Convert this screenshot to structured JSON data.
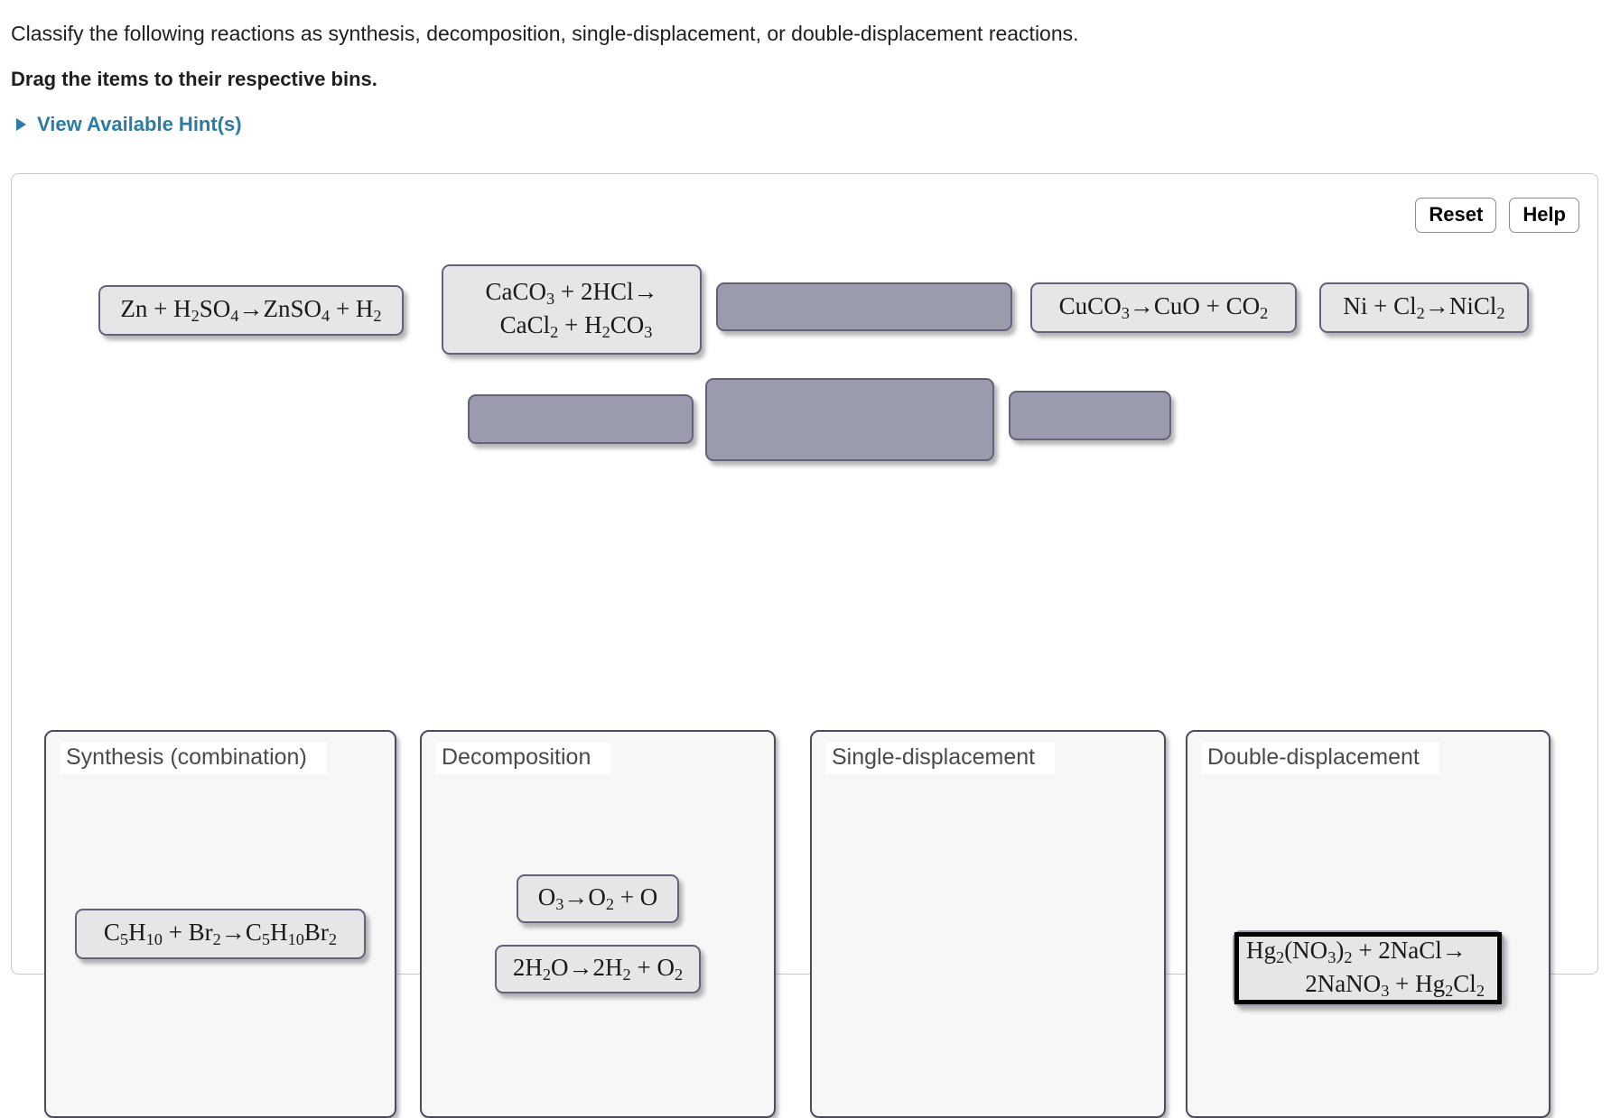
{
  "instructions": {
    "question": "Classify the following reactions as synthesis, decomposition, single-displacement, or double-displacement reactions.",
    "directive": "Drag the items to their respective bins.",
    "hints_label": "View Available Hint(s)",
    "hints_icon": "triangle-right-icon"
  },
  "toolbar": {
    "reset_label": "Reset",
    "help_label": "Help"
  },
  "tray": {
    "items": [
      {
        "id": "tray-zn",
        "kind": "reaction",
        "line1": "Zn + H2SO4→ZnSO4 + H2"
      },
      {
        "id": "tray-caco3",
        "kind": "reaction",
        "line1": "CaCO3 + 2HCl→",
        "line2": "CaCl2 + H2CO3"
      },
      {
        "id": "tray-ph-1",
        "kind": "placeholder",
        "line1": ""
      },
      {
        "id": "tray-cuco3",
        "kind": "reaction",
        "line1": "CuCO3→CuO + CO2"
      },
      {
        "id": "tray-ni",
        "kind": "reaction",
        "line1": "Ni + Cl2→NiCl2"
      },
      {
        "id": "tray-ph-2",
        "kind": "placeholder",
        "line1": ""
      },
      {
        "id": "tray-ph-3",
        "kind": "placeholder",
        "line1": ""
      },
      {
        "id": "tray-ph-4",
        "kind": "placeholder",
        "line1": ""
      }
    ]
  },
  "bins": [
    {
      "id": "bin-synthesis",
      "label": "Synthesis (combination)",
      "items": [
        {
          "id": "item-c5h10",
          "line1": "C5H10 + Br2→C5H10Br2",
          "selected": false
        }
      ]
    },
    {
      "id": "bin-decomposition",
      "label": "Decomposition",
      "items": [
        {
          "id": "item-o3",
          "line1": "O3→O2 + O",
          "selected": false
        },
        {
          "id": "item-h2o",
          "line1": "2H2O→2H2 + O2",
          "selected": false
        }
      ]
    },
    {
      "id": "bin-single",
      "label": "Single-displacement",
      "items": []
    },
    {
      "id": "bin-double",
      "label": "Double-displacement",
      "items": [
        {
          "id": "item-hg2no32",
          "line1": "Hg2(NO3)2 + 2NaCl→",
          "line2": "2NaNO3 + Hg2Cl2",
          "selected": true
        }
      ]
    }
  ],
  "colors": {
    "hint_link": "#2b7ba5",
    "tile_fill": "#e6e6e6",
    "tile_border": "#62627a",
    "placeholder_fill": "#9b9bae",
    "bin_fill": "#f7f7f7",
    "bin_border": "#4c4c5e",
    "panel_border": "#c8c8c8",
    "selected_outline": "#000000"
  }
}
